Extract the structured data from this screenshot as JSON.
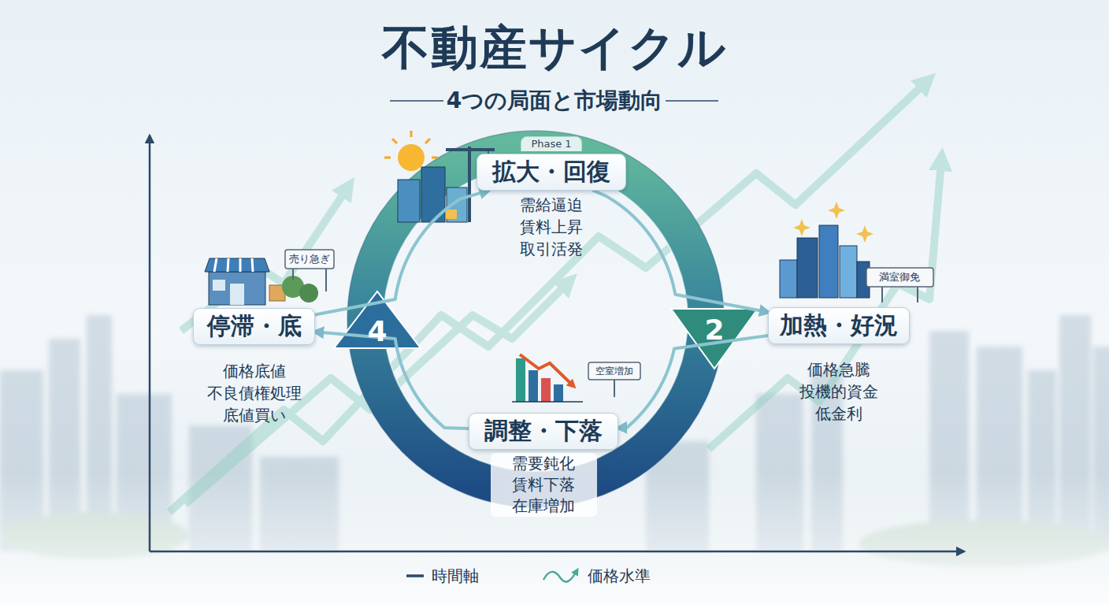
{
  "diagram": {
    "title": "不動産サイクル",
    "nodes": [
      {
        "text": [
          "Phase 1",
          "拡大・回復",
          "需給逼迫 賃料上昇 取引活発"
        ]
      },
      {
        "text": [
          "加熱・好況",
          "価格急騰 投機的資金 低金利"
        ]
      },
      {
        "text": [
          "調整・下落",
          "需要鈍化 賃料下落 在庫増加"
        ]
      },
      {
        "text": [
          "停滞・底",
          "価格底値 不良債権処理 底値買い"
        ]
      }
    ],
    "edges": [
      {
        "from": 0,
        "to": 1,
        "arrow": "to"
      },
      {
        "from": 1,
        "to": 2,
        "arrow": "to"
      },
      {
        "from": 2,
        "to": 3,
        "arrow": "to"
      },
      {
        "from": 3,
        "to": 0,
        "arrow": "to"
      }
    ],
    "labels": [
      "4つの局面と市場動向",
      "売り急ぎ",
      "満室御免",
      "2",
      "4",
      "空室増加"
    ],
    "legend": [
      {
        "text": "時間軸"
      },
      {
        "text": "価格水準"
      }
    ]
  }
}
